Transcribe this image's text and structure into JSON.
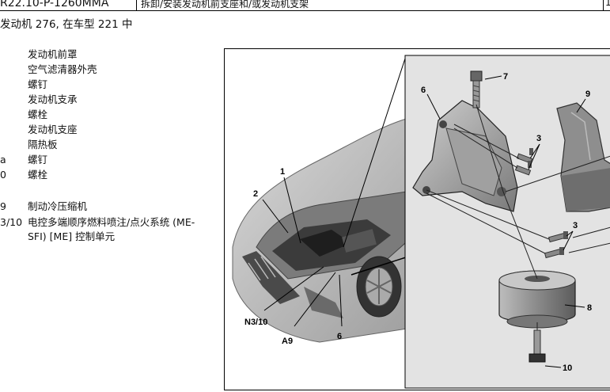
{
  "header": {
    "doc_code": "R22.10-P-1260MMA",
    "title": "拆卸/安装发动机前支座和/或发动机支架",
    "page": "1"
  },
  "subtitle": "发动机    276, 在车型 221 中",
  "legend": [
    {
      "code": "",
      "desc": "发动机前罩"
    },
    {
      "code": "",
      "desc": "空气滤清器外壳"
    },
    {
      "code": "",
      "desc": "螺钉"
    },
    {
      "code": "",
      "desc": "发动机支承"
    },
    {
      "code": "",
      "desc": "螺栓"
    },
    {
      "code": "",
      "desc": "发动机支座"
    },
    {
      "code": "",
      "desc": "隔热板"
    },
    {
      "code": "a",
      "desc": "螺钉"
    },
    {
      "code": "0",
      "desc": "螺栓"
    },
    {
      "code": "9",
      "desc": "制动冷压缩机"
    },
    {
      "code": "3/10",
      "desc": "电控多端顺序燃料喷注/点火系统 (ME-SFI) [ME] 控制单元"
    }
  ],
  "figure_labels": {
    "car": [
      "1",
      "2",
      "N3/10",
      "A9",
      "6"
    ],
    "detail": [
      "7",
      "6",
      "9",
      "3",
      "3",
      "8",
      "10"
    ]
  }
}
